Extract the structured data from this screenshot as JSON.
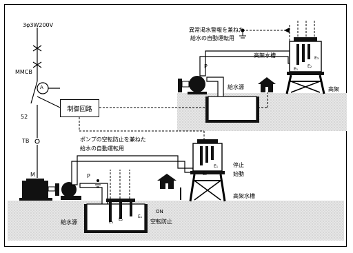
{
  "power": {
    "supply": "3φ3W200V",
    "breaker": "MMCB",
    "ammeter": "A",
    "contactor": "52",
    "terminal": "TB",
    "motor": "M"
  },
  "control_circuit": "制御回路",
  "lower_system": {
    "note_line1": "ポンプの空転防止を兼ねた",
    "note_line2": "給水の自動運転用",
    "pump": "P",
    "source": "給水源",
    "tank": "高架水槽",
    "stop": "停止",
    "start": "始動",
    "on": "ON",
    "dry_run": "空転防止",
    "e1": "E₁",
    "e2": "E₂",
    "e3": "E₃"
  },
  "upper_system": {
    "note_line1": "異常渇水警報を兼ねた",
    "note_line2": "給水の自動運転用",
    "pump": "P",
    "source": "給水源",
    "tank": "高架水槽",
    "right_label": "高架",
    "e1": "E₁",
    "e2": "E₂",
    "e3": "E₃"
  }
}
